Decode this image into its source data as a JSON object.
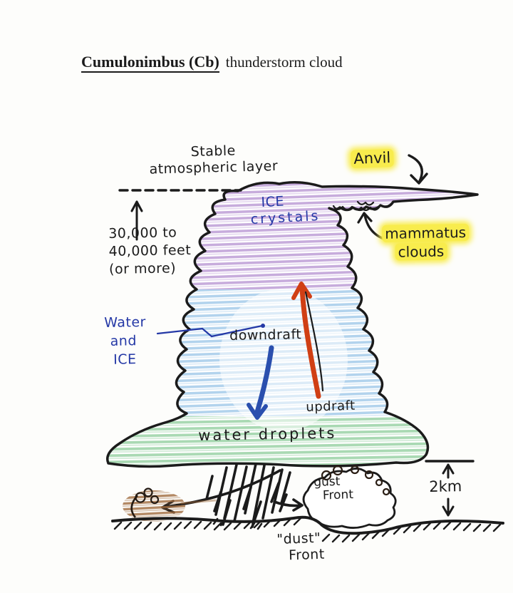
{
  "page": {
    "title_main": "Cumulonimbus (Cb)",
    "title_suffix": "thunderstorm cloud"
  },
  "labels": {
    "stable_layer_line1": "Stable",
    "stable_layer_line2": "atmospheric layer",
    "altitude_line1": "30,000 to",
    "altitude_line2": "40,000 feet",
    "altitude_line3": "(or more)",
    "anvil": "Anvil",
    "ice_crystals_line1": "ICE",
    "ice_crystals_line2": "crystals",
    "mammatus_line1": "mammatus",
    "mammatus_line2": "clouds",
    "water_ice_line1": "Water",
    "water_ice_line2": "and",
    "water_ice_line3": "ICE",
    "downdraft": "downdraft",
    "updraft": "updraft",
    "water_droplets": "water droplets",
    "gust_front_line1": "gust",
    "gust_front_line2": "Front",
    "dust_front_line1": "\"dust\"",
    "dust_front_line2": "Front",
    "scale_2km": "2km"
  },
  "colors": {
    "highlight_yellow": "#f8ec4d",
    "ink_black": "#1b1b1b",
    "ink_blue": "#2438a6",
    "crayon_purple": "#b795d2",
    "crayon_blue": "#9fc8e8",
    "crayon_green": "#93d0a0",
    "crayon_brown": "#a06c3e",
    "arrow_red": "#d03f14",
    "arrow_blue": "#2a4fae"
  }
}
